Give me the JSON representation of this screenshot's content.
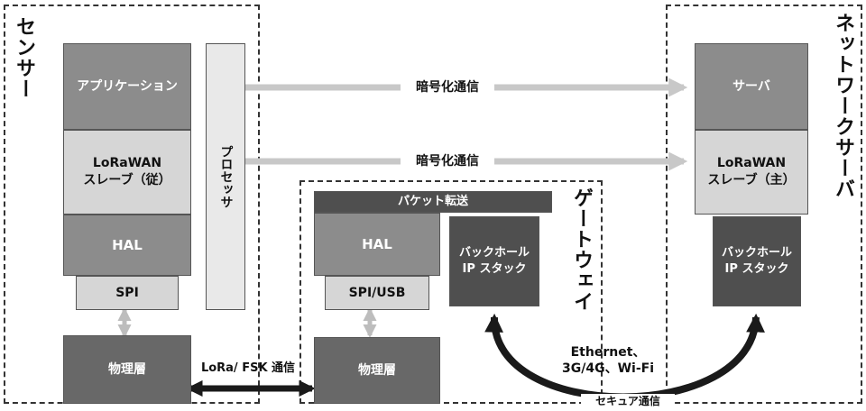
{
  "regions": {
    "sensor": "センサー",
    "gateway": "ゲートウェイ",
    "network_server": "ネットワークサーバ"
  },
  "sensor": {
    "application": "アプリケーション",
    "lorawan_line1": "LoRaWAN",
    "lorawan_line2": "スレーブ（従）",
    "hal": "HAL",
    "spi": "SPI",
    "phy": "物理層",
    "processor": "プロセッサ"
  },
  "gateway": {
    "packet_forward": "パケット転送",
    "hal": "HAL",
    "spi_usb": "SPI/USB",
    "phy": "物理層",
    "backhaul_line1": "バックホール",
    "backhaul_line2": "IP スタック"
  },
  "server": {
    "server": "サーバ",
    "lorawan_line1": "LoRaWAN",
    "lorawan_line2": "スレーブ（主）",
    "backhaul_line1": "バックホール",
    "backhaul_line2": "IP スタック"
  },
  "links": {
    "encrypted_1": "暗号化通信",
    "encrypted_2": "暗号化通信",
    "lora_fsk": "LoRa/ FSK 通信",
    "backhaul_line1": "Ethernet、",
    "backhaul_line2": "3G/4G、Wi-Fi",
    "secure": "セキュア通信"
  },
  "colors": {
    "dark_block": "#686868",
    "mid_block": "#8c8c8c",
    "light_block": "#d6d6d6",
    "arrow_light": "#c8c8c8",
    "arrow_dark": "#1a1a1a"
  }
}
